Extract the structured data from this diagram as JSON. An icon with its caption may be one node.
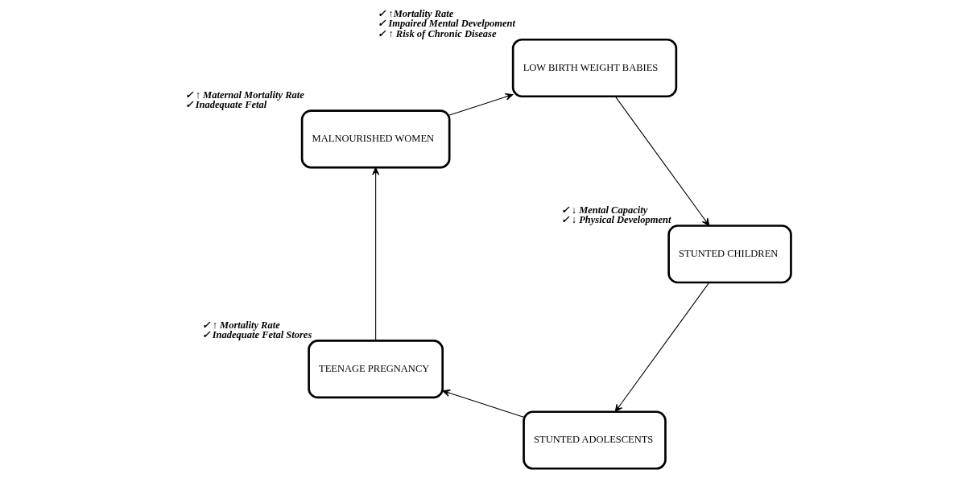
{
  "diagram": {
    "nodes": [
      {
        "text": [
          "STUNTED ADOLESCENTS"
        ]
      },
      {
        "text": [
          "TEENAGE PREGNANCY"
        ],
        "beside": [
          "✓ ↑ Mortality Rate",
          "✓ Inadequate Fetal Stores"
        ]
      },
      {
        "text": [
          "MALNOURISHED WOMEN"
        ],
        "beside": [
          "✓ ↑ Maternal Mortality Rate",
          "✓ Inadequate Fetal"
        ]
      },
      {
        "text": [
          "LOW BIRTH WEIGHT BABIES"
        ],
        "beside": [
          "✓ ↑Mortality Rate",
          "✓ Impaired Mental Develpoment",
          "✓ ↑ Risk of Chronic Disease"
        ]
      },
      {
        "text": [
          "STUNTED CHILDREN"
        ],
        "beside": [
          "✓ ↓ Mental Capacity",
          "✓ ↓ Physical Development"
        ]
      }
    ],
    "edges": [
      {
        "from": 0,
        "to": 1,
        "arrow": "to"
      },
      {
        "from": 1,
        "to": 2,
        "arrow": "to"
      },
      {
        "from": 2,
        "to": 3,
        "arrow": "to"
      },
      {
        "from": 3,
        "to": 4,
        "arrow": "to"
      },
      {
        "from": 4,
        "to": 0,
        "arrow": "to"
      }
    ]
  }
}
